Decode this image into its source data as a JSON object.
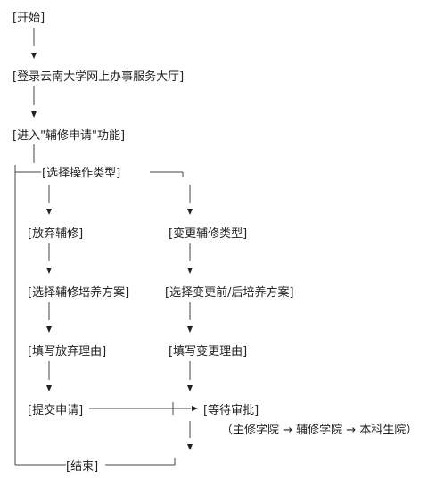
{
  "flow": {
    "start": "[开始]",
    "login": "[登录云南大学网上办事服务大厅]",
    "enter": "[进入\"辅修申请\"功能]",
    "select_type": "[选择操作类型]",
    "branch_abandon": {
      "title": "[放弃辅修]",
      "plan": "[选择辅修培养方案]",
      "reason": "[填写放弃理由]",
      "submit": "[提交申请]"
    },
    "branch_change": {
      "title": "[变更辅修类型]",
      "plan": "[选择变更前/后培养方案]",
      "reason": "[填写变更理由]"
    },
    "wait": "[等待审批]",
    "approval_chain": "（主修学院 → 辅修学院 → 本科生院）",
    "end": "[结束]"
  }
}
